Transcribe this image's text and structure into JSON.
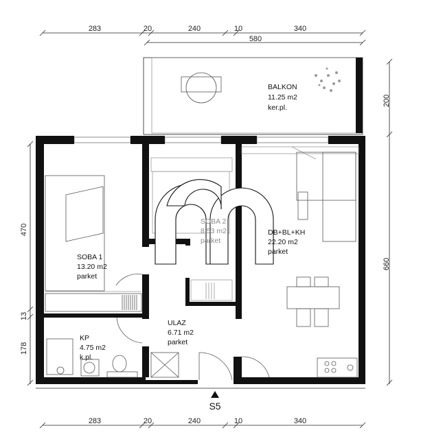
{
  "dimensions": {
    "top": [
      "283",
      "20",
      "240",
      "10",
      "340"
    ],
    "balcony_width": "580",
    "balcony_depth": "200",
    "left": [
      "470",
      "13",
      "178"
    ],
    "right": "660",
    "bottom": [
      "283",
      "20",
      "240",
      "10",
      "340"
    ]
  },
  "rooms": {
    "balkon": {
      "name": "BALKON",
      "area": "11.25 m2",
      "floor": "ker.pl."
    },
    "soba1": {
      "name": "SOBA 1",
      "area": "13.20 m2",
      "floor": "parket"
    },
    "soba2": {
      "name": "SOBA 2",
      "area": "8.53 m2",
      "floor": "parket"
    },
    "dbblkh": {
      "name": "DB+BL+KH",
      "area": "22.20 m2",
      "floor": "parket"
    },
    "kp": {
      "name": "KP",
      "area": "4.75 m2",
      "floor": "k.pl."
    },
    "ulaz": {
      "name": "ULAZ",
      "area": "6.71 m2",
      "floor": "parket"
    }
  },
  "section_marker": "S5"
}
